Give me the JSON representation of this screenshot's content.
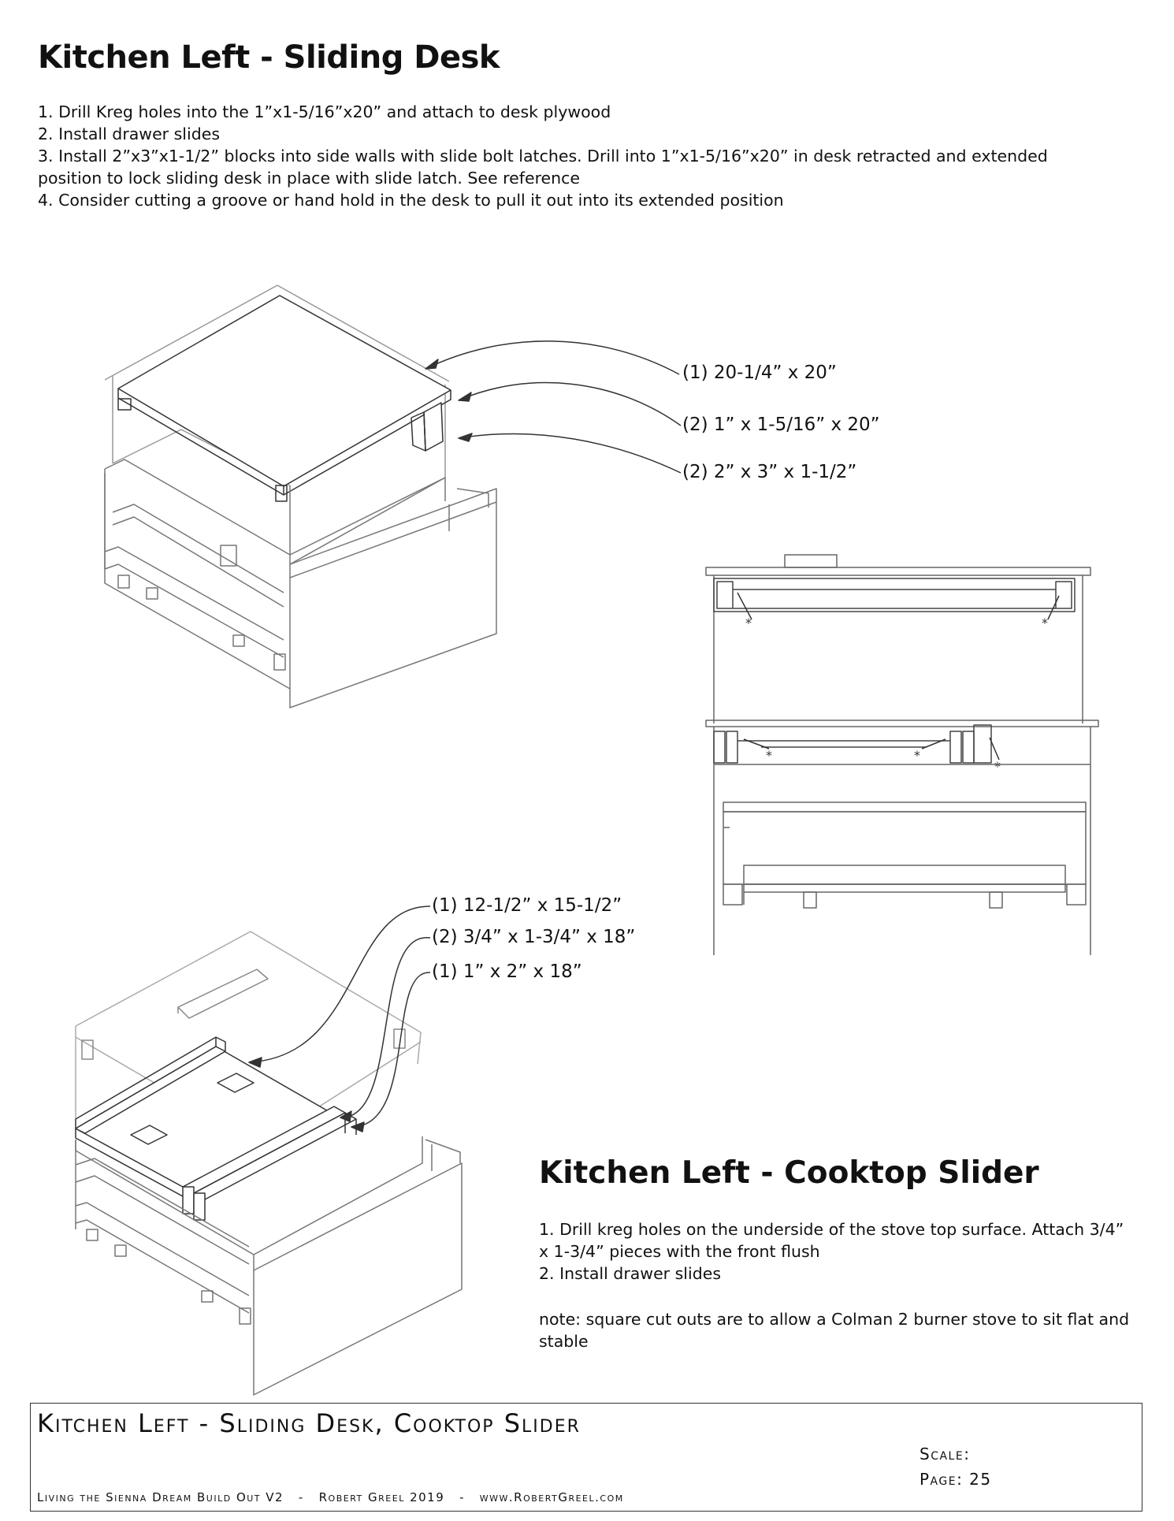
{
  "section1": {
    "title": "Kitchen Left - Sliding Desk",
    "steps": [
      "1. Drill Kreg holes into the 1”x1-5/16”x20” and attach to desk plywood",
      "2. Install drawer slides",
      "3. Install 2”x3”x1-1/2” blocks into side walls with slide bolt latches. Drill into 1”x1-5/16”x20” in desk retracted and extended position to lock sliding desk in place with slide latch. See reference",
      "4. Consider cutting a groove or hand hold in the desk to pull it out into its extended position"
    ],
    "callouts": [
      "(1) 20-1/4” x 20”",
      "(2) 1” x 1-5/16” x 20”",
      "(2) 2” x 3” x 1-1/2”"
    ]
  },
  "section2": {
    "title": "Kitchen Left - Cooktop Slider",
    "steps": [
      "1. Drill kreg holes on the underside of the stove top surface. Attach 3/4” x 1-3/4” pieces with the front flush",
      "2. Install drawer slides"
    ],
    "note": "note: square cut outs are to allow a Colman 2 burner stove to sit flat and stable",
    "callouts": [
      "(1) 12-1/2” x 15-1/2”",
      "(2) 3/4” x 1-3/4” x 18”",
      "(1) 1” x 2” x 18”"
    ]
  },
  "title_block": {
    "title": "Kitchen Left - Sliding Desk, Cooktop Slider",
    "subtitle": "Living the Sienna Dream Build Out V2   -   Robert Greel 2019   -   www.RobertGreel.com",
    "scale_label": "Scale:",
    "page_label": "Page: 25"
  },
  "colors": {
    "line": "#555555",
    "frame": "#333333"
  },
  "icons": [
    "latch-marker-icon",
    "arrow-head-icon"
  ]
}
